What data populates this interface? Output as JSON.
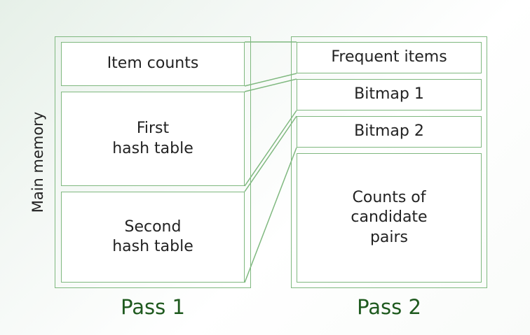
{
  "side_label": "Main memory",
  "pass1": {
    "label": "Pass 1",
    "boxes": [
      "Item counts",
      "First\nhash table",
      "Second\nhash table"
    ]
  },
  "pass2": {
    "label": "Pass 2",
    "boxes": [
      "Frequent items",
      "Bitmap 1",
      "Bitmap 2",
      "Counts of\ncandidate\npairs"
    ]
  },
  "colors": {
    "border": "#7fb87f",
    "pass_label": "#1f5a1f"
  }
}
